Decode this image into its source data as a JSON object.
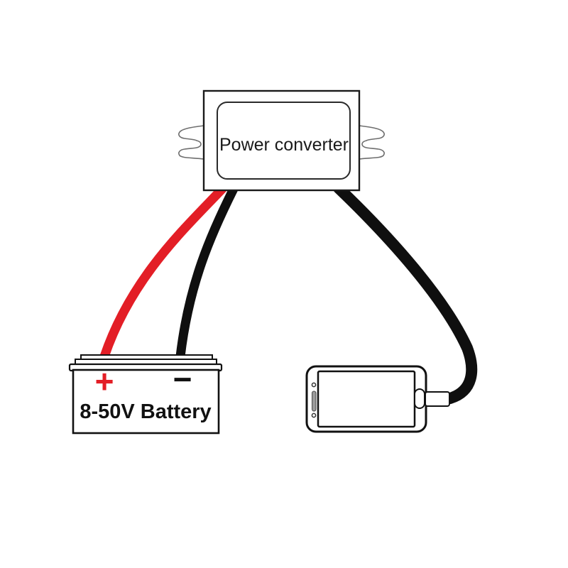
{
  "diagram": {
    "converter": {
      "label": "Power converter"
    },
    "battery": {
      "label": "8-50V Battery",
      "positive_symbol": "+",
      "negative_symbol": "−"
    },
    "device": {
      "name": "smartphone"
    },
    "colors": {
      "positive_wire": "#e31e26",
      "negative_wire": "#0f0f0f",
      "outline": "#1a1a1a",
      "tab_outline": "#6e6e6e",
      "positive_symbol_color": "#e31e26",
      "background": "#ffffff"
    }
  }
}
